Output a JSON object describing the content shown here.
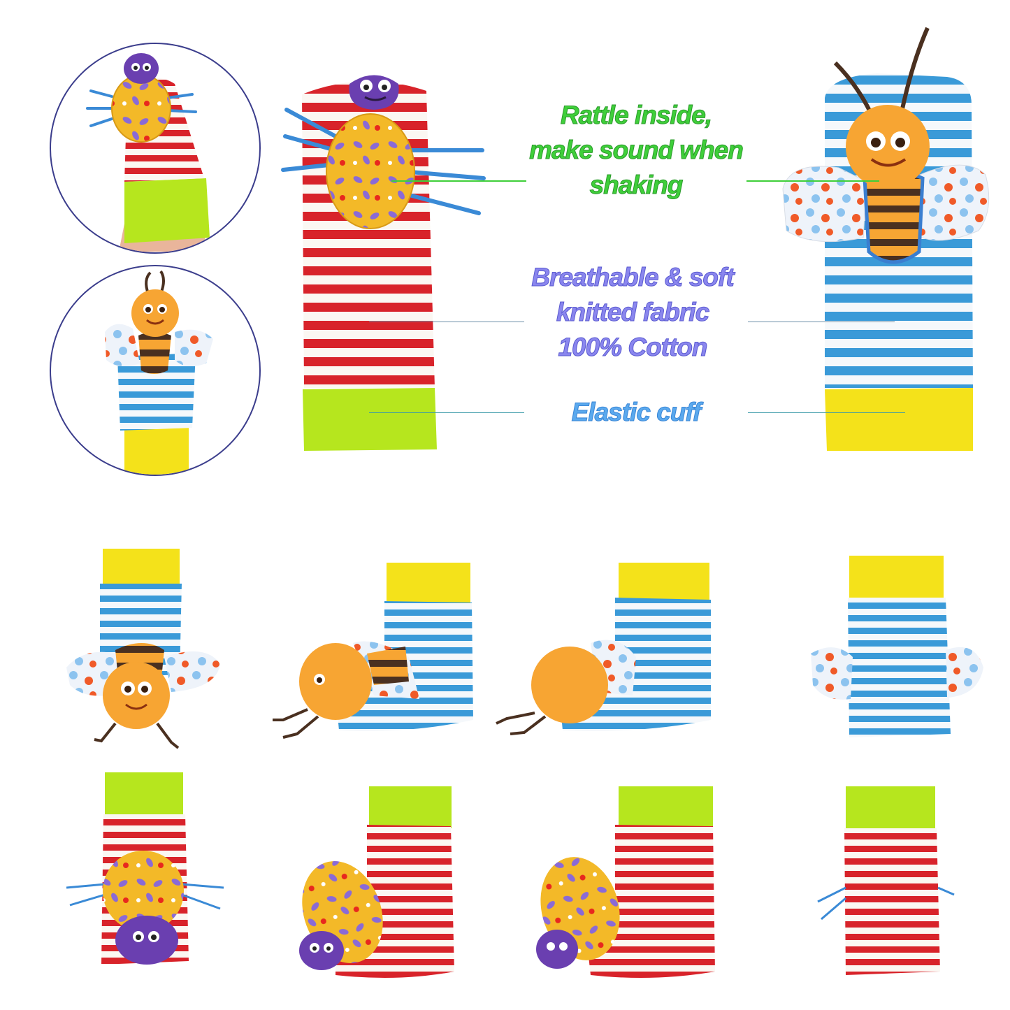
{
  "callouts": {
    "rattle": [
      "Rattle inside,",
      "make sound when",
      "shaking"
    ],
    "fabric": [
      "Breathable & soft",
      "knitted fabric",
      "100% Cotton"
    ],
    "cuff": [
      "Elastic cuff"
    ]
  },
  "colors": {
    "green_text": "#3fcf3a",
    "purple_text": "#8a86ee",
    "blue_text": "#5aa9ee",
    "red_stripe": "#d8232a",
    "blue_stripe": "#3a9ad8",
    "lime_cuff": "#b6e61e",
    "yellow_cuff": "#f4e21a",
    "bee_orange": "#f7a533",
    "bug_purple": "#6a3fb0"
  },
  "product": {
    "items": [
      "ladybug-wrist-rattle",
      "bee-wrist-rattle",
      "bee-foot-rattle-sock",
      "ladybug-foot-rattle-sock"
    ]
  }
}
